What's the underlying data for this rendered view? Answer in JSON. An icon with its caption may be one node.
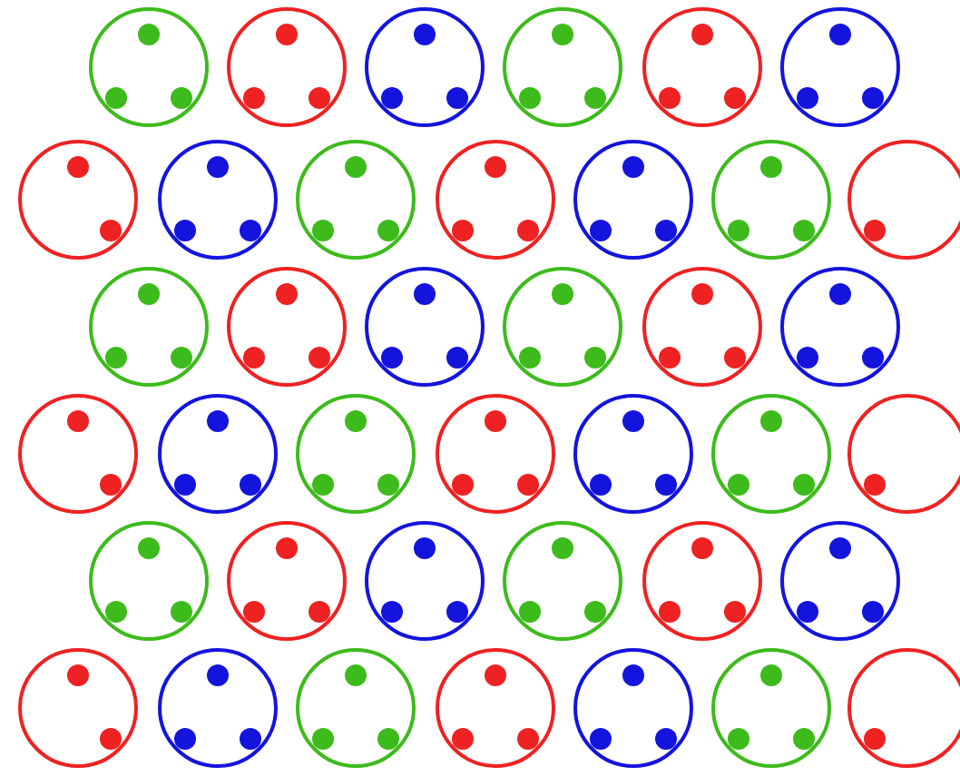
{
  "diagram": {
    "nodes": [
      {
        "text": [],
        "shape": "circle"
      },
      {
        "text": [],
        "shape": "circle"
      },
      {
        "text": [],
        "shape": "circle"
      },
      {
        "text": [],
        "shape": "circle"
      },
      {
        "text": [],
        "shape": "circle"
      },
      {
        "text": [],
        "shape": "circle"
      },
      {
        "text": [],
        "shape": "circle"
      },
      {
        "text": [],
        "shape": "circle"
      },
      {
        "text": [],
        "shape": "circle"
      },
      {
        "text": [],
        "shape": "circle"
      },
      {
        "text": [],
        "shape": "circle"
      },
      {
        "text": [],
        "shape": "circle"
      },
      {
        "text": [],
        "shape": "circle"
      },
      {
        "text": [],
        "shape": "circle"
      },
      {
        "text": [],
        "shape": "circle"
      },
      {
        "text": [],
        "shape": "circle"
      },
      {
        "text": [],
        "shape": "circle"
      },
      {
        "text": [],
        "shape": "circle"
      },
      {
        "text": [],
        "shape": "circle"
      },
      {
        "text": [],
        "shape": "circle"
      },
      {
        "text": [],
        "shape": "circle"
      },
      {
        "text": [],
        "shape": "circle"
      },
      {
        "text": [],
        "shape": "circle"
      },
      {
        "text": [],
        "shape": "circle"
      },
      {
        "text": [],
        "shape": "circle"
      },
      {
        "text": [],
        "shape": "circle"
      },
      {
        "text": [],
        "shape": "circle"
      },
      {
        "text": [],
        "shape": "circle"
      },
      {
        "text": [],
        "shape": "circle"
      },
      {
        "text": [],
        "shape": "circle"
      },
      {
        "text": [],
        "shape": "circle"
      },
      {
        "text": [],
        "shape": "circle"
      },
      {
        "text": [],
        "shape": "circle"
      },
      {
        "text": [],
        "shape": "circle"
      },
      {
        "text": [],
        "shape": "circle"
      },
      {
        "text": [],
        "shape": "circle"
      },
      {
        "text": [],
        "shape": "circle"
      },
      {
        "text": [],
        "shape": "circle"
      },
      {
        "text": [],
        "shape": "circle"
      }
    ]
  }
}
